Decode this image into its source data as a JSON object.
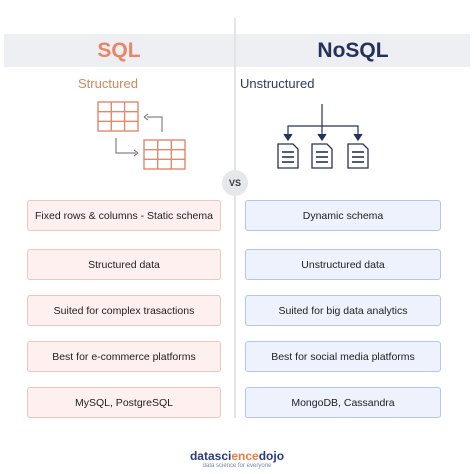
{
  "header": {
    "left_title": "SQL",
    "right_title": "NoSQL",
    "left_subtitle": "Structured",
    "right_subtitle": "Unstructured",
    "vs_label": "VS"
  },
  "sql_rows": [
    "Fixed rows & columns - Static schema",
    "Structured data",
    "Suited for complex trasactions",
    "Best for e-commerce platforms",
    "MySQL, PostgreSQL"
  ],
  "nosql_rows": [
    "Dynamic schema",
    "Unstructured data",
    "Suited for big data analytics",
    "Best for social media platforms",
    "MongoDB, Cassandra"
  ],
  "logo": {
    "part1": "data",
    "part2": "sci",
    "part3": "ence",
    "part4": "dojo",
    "tagline": "data science for everyone"
  },
  "icons": {
    "table_icon": "table-grid-icon",
    "document_icon": "document-icon",
    "arrow_icon": "arrow-icon"
  },
  "colors": {
    "sql_accent": "#e8856a",
    "nosql_accent": "#26305e",
    "sql_box_bg": "#fdf0ee",
    "nosql_box_bg": "#eef2fc"
  }
}
